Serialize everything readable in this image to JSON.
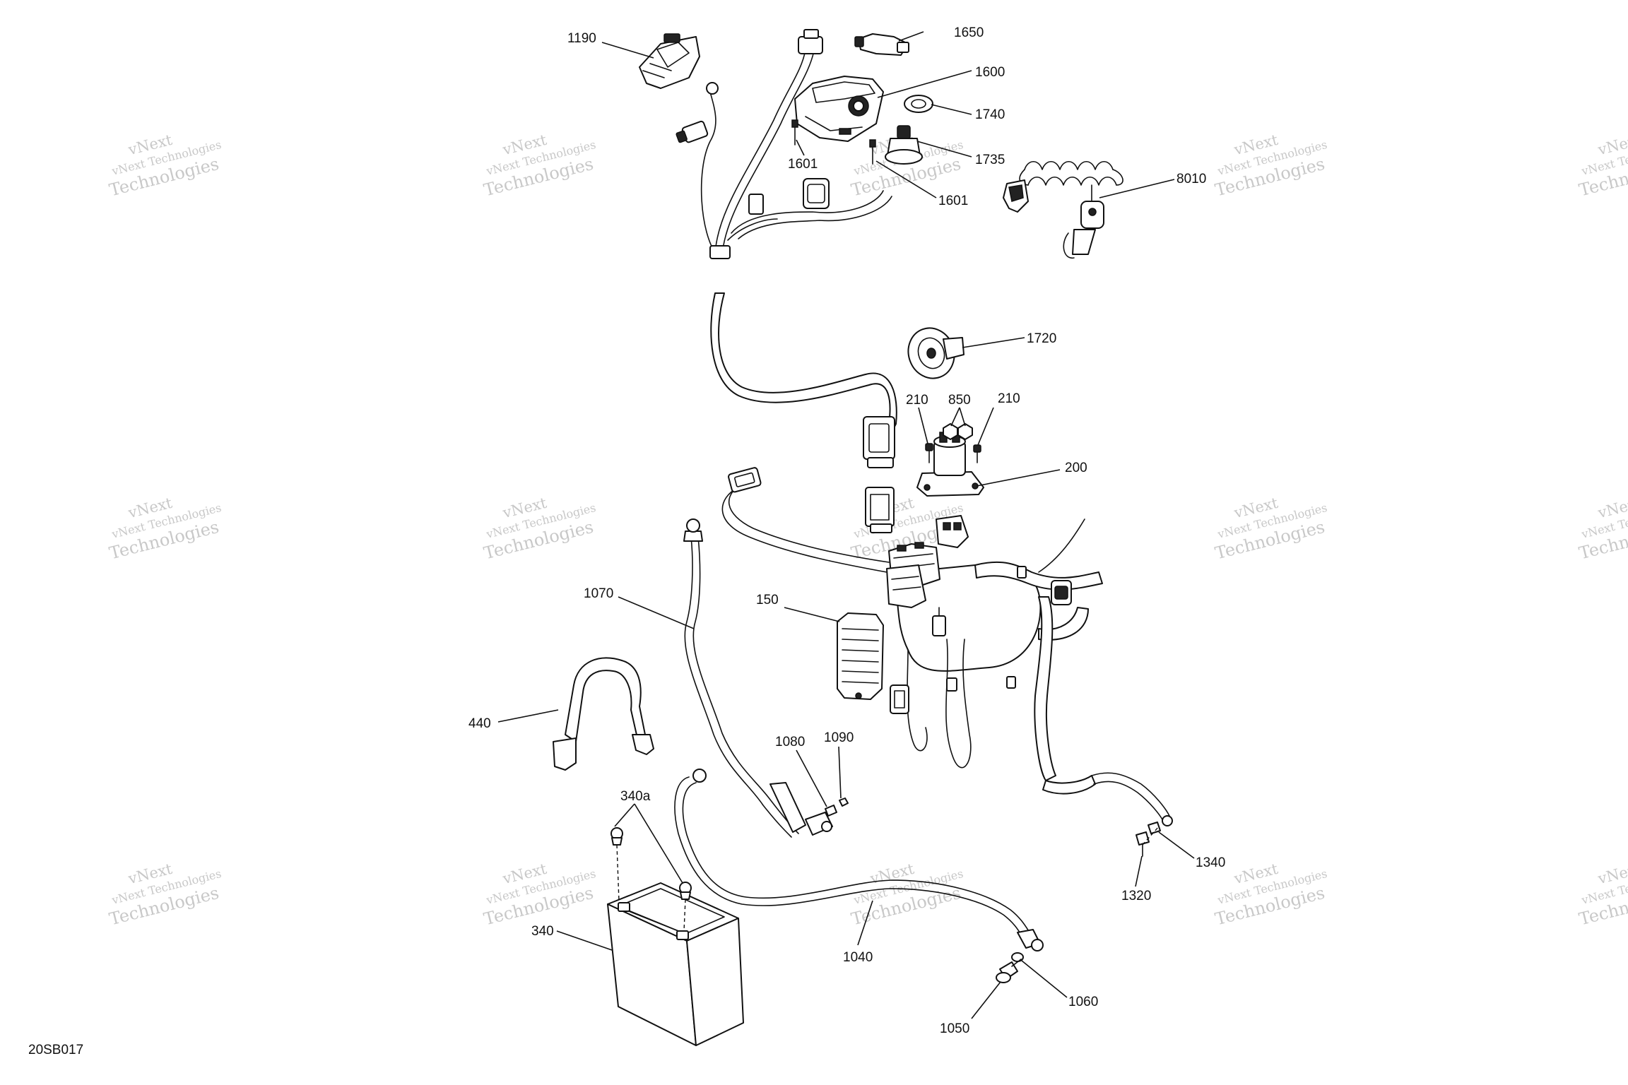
{
  "figure_code": "20SB017",
  "watermark_text": [
    "vNext Technologies",
    "vNext",
    "Technologies"
  ],
  "callouts": [
    "1190",
    "1650",
    "1600",
    "1740",
    "1735",
    "1601",
    "1601",
    "8010",
    "1720",
    "210",
    "850",
    "210",
    "200",
    "150",
    "1070",
    "440",
    "1080",
    "1090",
    "340a",
    "340",
    "1040",
    "1340",
    "1320",
    "1060",
    "1050"
  ]
}
